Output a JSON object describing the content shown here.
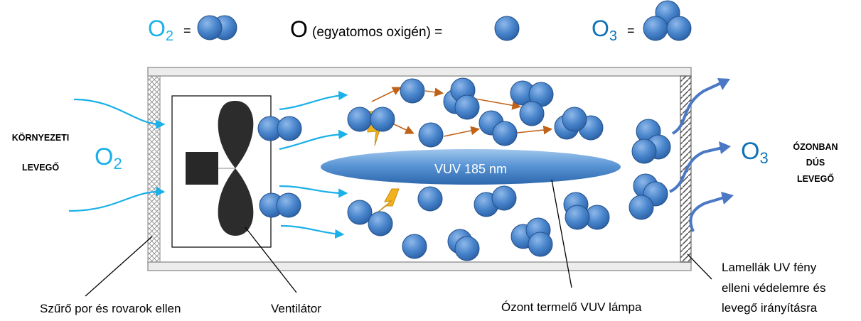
{
  "legend": {
    "o2": {
      "base": "O",
      "sub": "2",
      "eq": "="
    },
    "o": {
      "symbol": "O",
      "text": "(egyatomos oxigén) ="
    },
    "o3": {
      "base": "O",
      "sub": "3",
      "eq": "="
    }
  },
  "inlet": {
    "line1": "KÖRNYEZETI",
    "line2": "LEVEGŐ",
    "formula_base": "O",
    "formula_sub": "2"
  },
  "outlet": {
    "line1": "ÓZONBAN",
    "line2": "DÚS",
    "line3": "LEVEGŐ",
    "formula_base": "O",
    "formula_sub": "3"
  },
  "lamp": {
    "label": "VUV  185 nm"
  },
  "callouts": {
    "filter": "Szűrő por és rovarok ellen",
    "fan": "Ventilátor",
    "lamp": "Ózont termelő VUV lámpa",
    "louver_line1": "Lamellák UV fény",
    "louver_line2": "elleni védelemre és",
    "louver_line3": "levegő irányításra"
  },
  "colors": {
    "o2_text": "#1ab0e8",
    "o3_text": "#0e72b8",
    "molecule": "#4a86cc",
    "arrow_air": "#1ab0e8",
    "arrow_reaction": "#c0631a",
    "arrow_out": "#4a78c4",
    "spark": "#f2b21e"
  }
}
